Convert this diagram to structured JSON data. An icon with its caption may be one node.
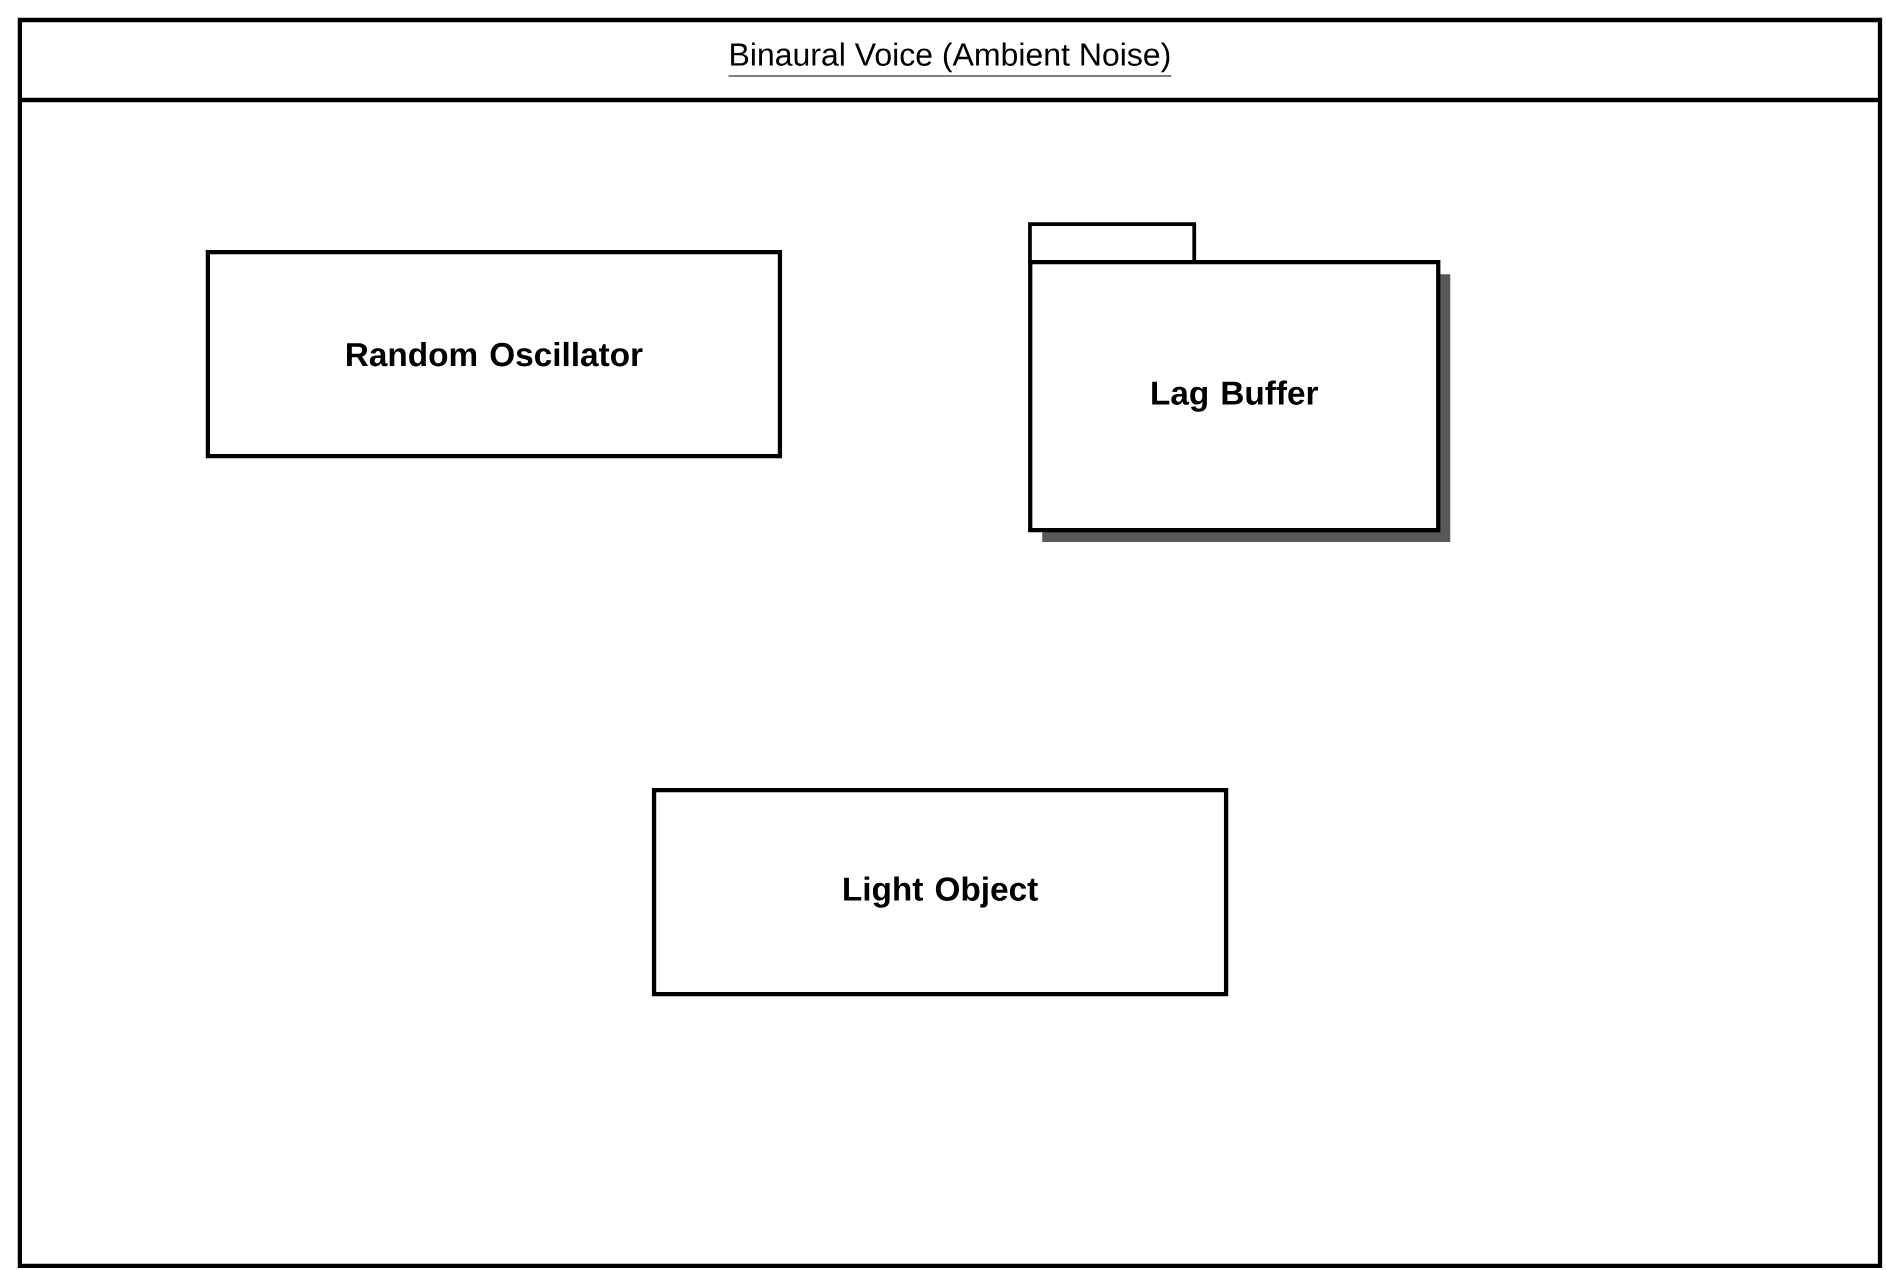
{
  "diagram": {
    "nodes": [
      {
        "text": [
          "Binaural Voice   (Ambient Noise)"
        ]
      },
      {
        "text": [
          "Random Oscillator"
        ],
        "in": 0
      },
      {
        "text": [
          "Lag Buffer"
        ],
        "in": 0
      },
      {
        "text": [
          "Light Object"
        ],
        "in": 0
      }
    ]
  }
}
